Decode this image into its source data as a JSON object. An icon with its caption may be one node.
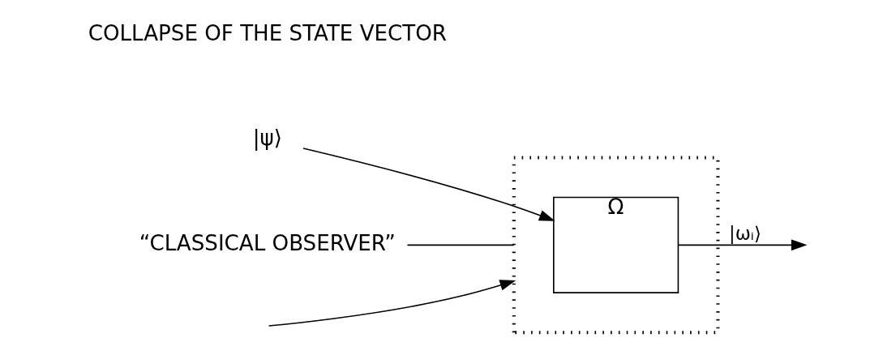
{
  "diagram": {
    "nodes": [
      {
        "text": [
          "|ψ⟩"
        ]
      },
      {
        "text": [],
        "shape": "box"
      },
      {
        "text": [
          "Ω"
        ],
        "in": 1
      },
      {
        "text": [
          "“CLASSICAL OBSERVER”"
        ]
      }
    ],
    "edges": [
      {
        "from": 0,
        "to": 2,
        "arrow": "to"
      },
      {
        "from": 2,
        "to": null,
        "arrow": "to",
        "label": "|ωᵢ⟩"
      },
      {
        "from": null,
        "to": 1,
        "arrow": "to"
      },
      {
        "from": 3,
        "to": 1,
        "arrow": "none"
      }
    ],
    "labels": [
      "COLLAPSE OF THE STATE VECTOR"
    ]
  }
}
